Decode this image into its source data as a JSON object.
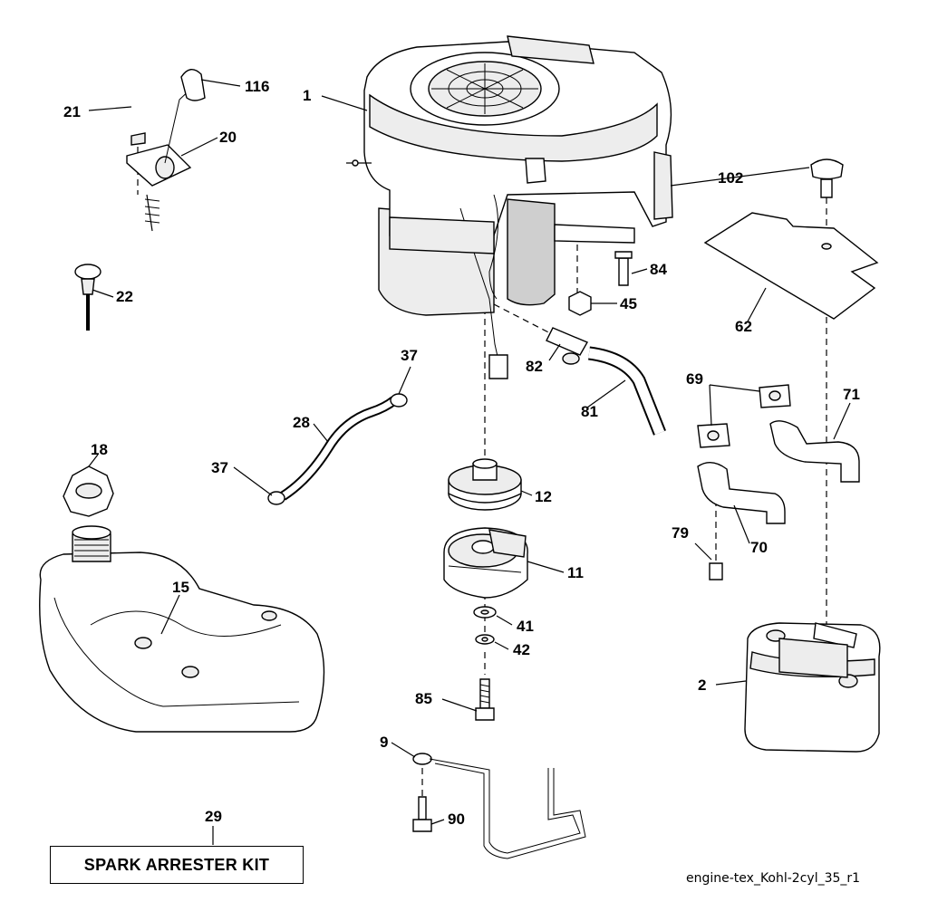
{
  "diagram": {
    "file_id": "engine-tex_Kohl-2cyl_35_r1",
    "kit_label": "SPARK ARRESTER KIT",
    "callouts": {
      "c1": "1",
      "c2": "2",
      "c9": "9",
      "c11": "11",
      "c12": "12",
      "c15": "15",
      "c18": "18",
      "c20": "20",
      "c21": "21",
      "c22": "22",
      "c28": "28",
      "c29": "29",
      "c37a": "37",
      "c37b": "37",
      "c41": "41",
      "c42": "42",
      "c45": "45",
      "c62": "62",
      "c69": "69",
      "c70": "70",
      "c71": "71",
      "c79": "79",
      "c81": "81",
      "c82": "82",
      "c84": "84",
      "c85": "85",
      "c90": "90",
      "c102": "102",
      "c116": "116"
    }
  }
}
